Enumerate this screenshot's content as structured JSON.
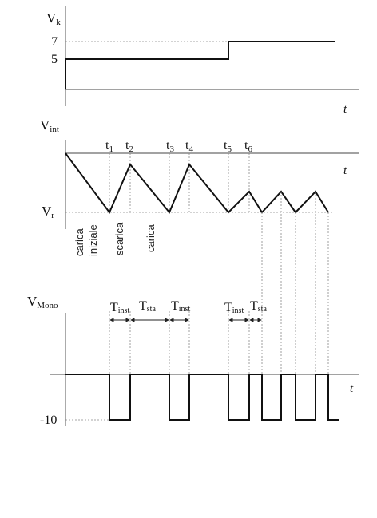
{
  "panel1": {
    "ylabel": "V",
    "ylabel_sub": "k",
    "tick_7": "7",
    "tick_5": "5",
    "tlabel": "t"
  },
  "panel2": {
    "ylabel": "V",
    "ylabel_sub": "int",
    "vr": "V",
    "vr_sub": "r",
    "tlabel": "t",
    "times": [
      {
        "base": "t",
        "sub": "1"
      },
      {
        "base": "t",
        "sub": "2"
      },
      {
        "base": "t",
        "sub": "3"
      },
      {
        "base": "t",
        "sub": "4"
      },
      {
        "base": "t",
        "sub": "5"
      },
      {
        "base": "t",
        "sub": "6"
      }
    ],
    "phase_carica": "carica",
    "phase_iniziale": "iniziale",
    "phase_scarica": "scarica",
    "phase_carica2": "carica"
  },
  "panel3": {
    "ylabel": "V",
    "ylabel_sub": "Mono",
    "tick_m10": "-10",
    "tlabel": "t",
    "tinst_base": "T",
    "tinst_sub": "inst",
    "tsta_base": "T",
    "tsta_sub": "sta"
  }
}
